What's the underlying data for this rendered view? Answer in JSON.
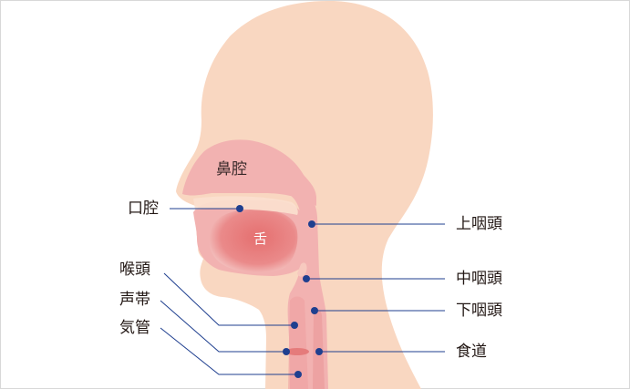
{
  "labels": {
    "nasal_cavity": "鼻腔",
    "oral_cavity": "口腔",
    "tongue": "舌",
    "larynx": "喉頭",
    "vocal_cords": "声帯",
    "trachea": "気管",
    "epipharynx": "上咽頭",
    "mesopharynx": "中咽頭",
    "hypopharynx": "下咽頭",
    "esophagus": "食道"
  },
  "colors": {
    "skin": "#f9d7c1",
    "cavity": "#f1aeae",
    "cavity_dark": "#ea9797",
    "tongue": "#e98585",
    "leader": "#1f3f8f",
    "text": "#231815",
    "frame": "#d8d8d8"
  }
}
